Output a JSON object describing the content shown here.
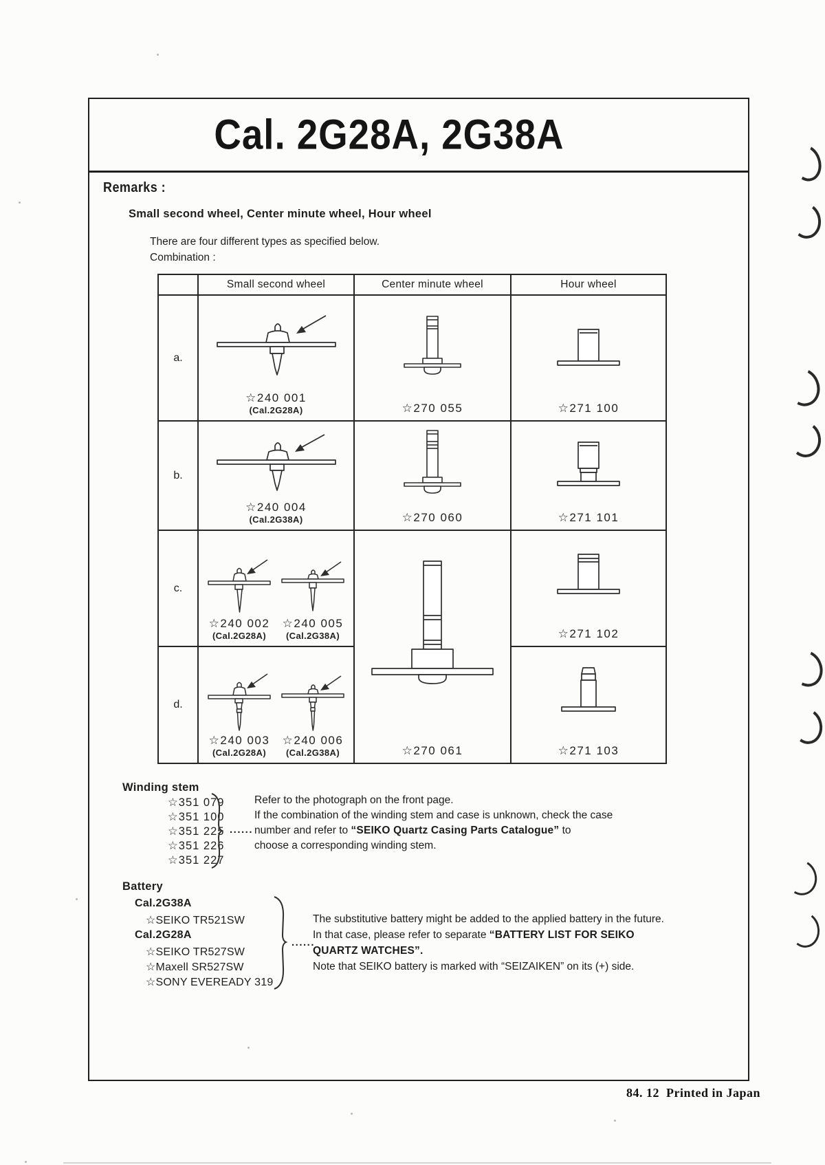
{
  "page": {
    "title": "Cal. 2G28A, 2G38A",
    "footer": "84. 12  Printed in Japan"
  },
  "remarks": {
    "heading": "Remarks :",
    "subheading": "Small second wheel, Center minute wheel, Hour wheel",
    "intro": "There are four different types as specified below.",
    "combination": "Combination :"
  },
  "table": {
    "headers": {
      "small": "Small second wheel",
      "center": "Center minute wheel",
      "hour": "Hour wheel"
    },
    "rows": [
      {
        "label": "a.",
        "small": [
          {
            "num": "☆240 001",
            "cal": "(Cal.2G28A)"
          }
        ],
        "center": "☆270 055",
        "hour": "☆271 100"
      },
      {
        "label": "b.",
        "small": [
          {
            "num": "☆240 004",
            "cal": "(Cal.2G38A)"
          }
        ],
        "center": "☆270 060",
        "hour": "☆271 101"
      },
      {
        "label": "c.",
        "small": [
          {
            "num": "☆240 002",
            "cal": "(Cal.2G28A)"
          },
          {
            "num": "☆240 005",
            "cal": "(Cal.2G38A)"
          }
        ],
        "center": "☆270 061",
        "hour": "☆271 102"
      },
      {
        "label": "d.",
        "small": [
          {
            "num": "☆240 003",
            "cal": "(Cal.2G28A)"
          },
          {
            "num": "☆240 006",
            "cal": "(Cal.2G38A)"
          }
        ],
        "hour": "☆271 103"
      }
    ]
  },
  "winding_stem": {
    "heading": "Winding stem",
    "parts": [
      "☆351 079",
      "☆351 100",
      "☆351 225",
      "☆351 226",
      "☆351 227"
    ],
    "dots": "......",
    "line1": "Refer to the photograph on the front page.",
    "line2": "If the combination of the winding stem and case is unknown, check the case",
    "line3_pre": "number and refer to ",
    "line3_bold": "“SEIKO Quartz Casing Parts Catalogue”",
    "line3_post": " to",
    "line4": "choose a corresponding winding stem."
  },
  "battery": {
    "heading": "Battery",
    "group1_cal": "Cal.2G38A",
    "group1_item1": "☆SEIKO TR521SW",
    "group2_cal": "Cal.2G28A",
    "group2_item1": "☆SEIKO TR527SW",
    "group2_item2": "☆Maxell SR527SW",
    "group2_item3": "☆SONY EVEREADY 319",
    "dots": "......",
    "note1": "The substitutive battery might be added to the applied battery in the future.",
    "note2_pre": "In that case, please refer to separate ",
    "note2_bold": "“BATTERY LIST FOR SEIKO",
    "note3_bold": "QUARTZ WATCHES”.",
    "note4": "Note that SEIKO battery is marked with “SEIZAIKEN” on its (+) side."
  }
}
